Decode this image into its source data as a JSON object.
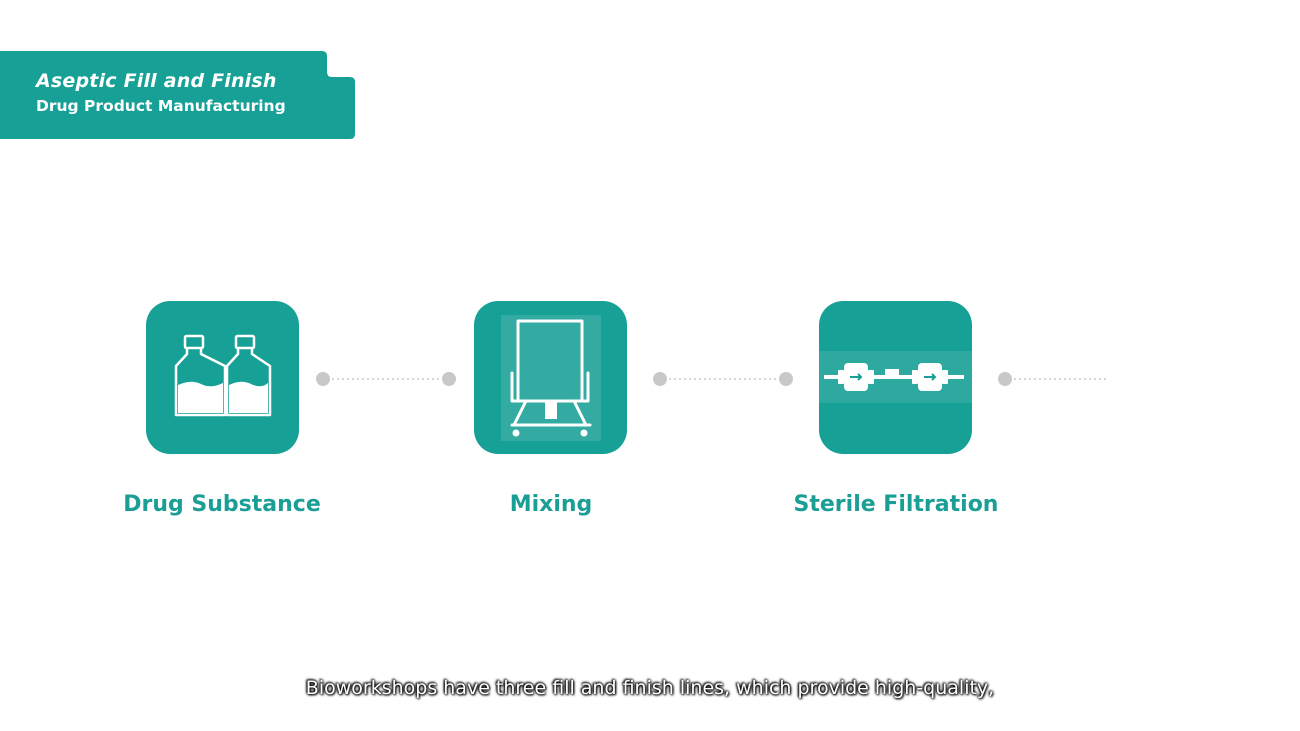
{
  "header": {
    "title": "Aseptic Fill and Finish",
    "subtitle": "Drug Product Manufacturing"
  },
  "steps": [
    {
      "label": "Drug Substance",
      "icon": "bottles-icon"
    },
    {
      "label": "Mixing",
      "icon": "mixing-tank-icon"
    },
    {
      "label": "Sterile Filtration",
      "icon": "filter-capsules-icon"
    }
  ],
  "caption": "Bioworkshops have three fill and finish lines, which provide high-quality,",
  "colors": {
    "accent": "#17a096",
    "label": "#1a9e95",
    "connector": "#c8c8c8"
  }
}
